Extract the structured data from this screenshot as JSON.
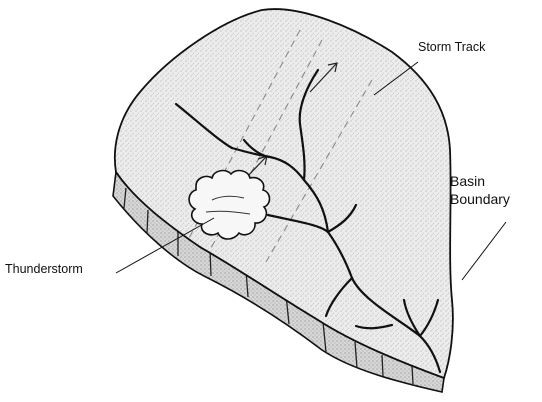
{
  "diagram": {
    "labels": {
      "storm_track": "Storm Track",
      "basin_line1": "Basin",
      "basin_line2": "Boundary",
      "thunderstorm": "Thunderstorm"
    }
  }
}
